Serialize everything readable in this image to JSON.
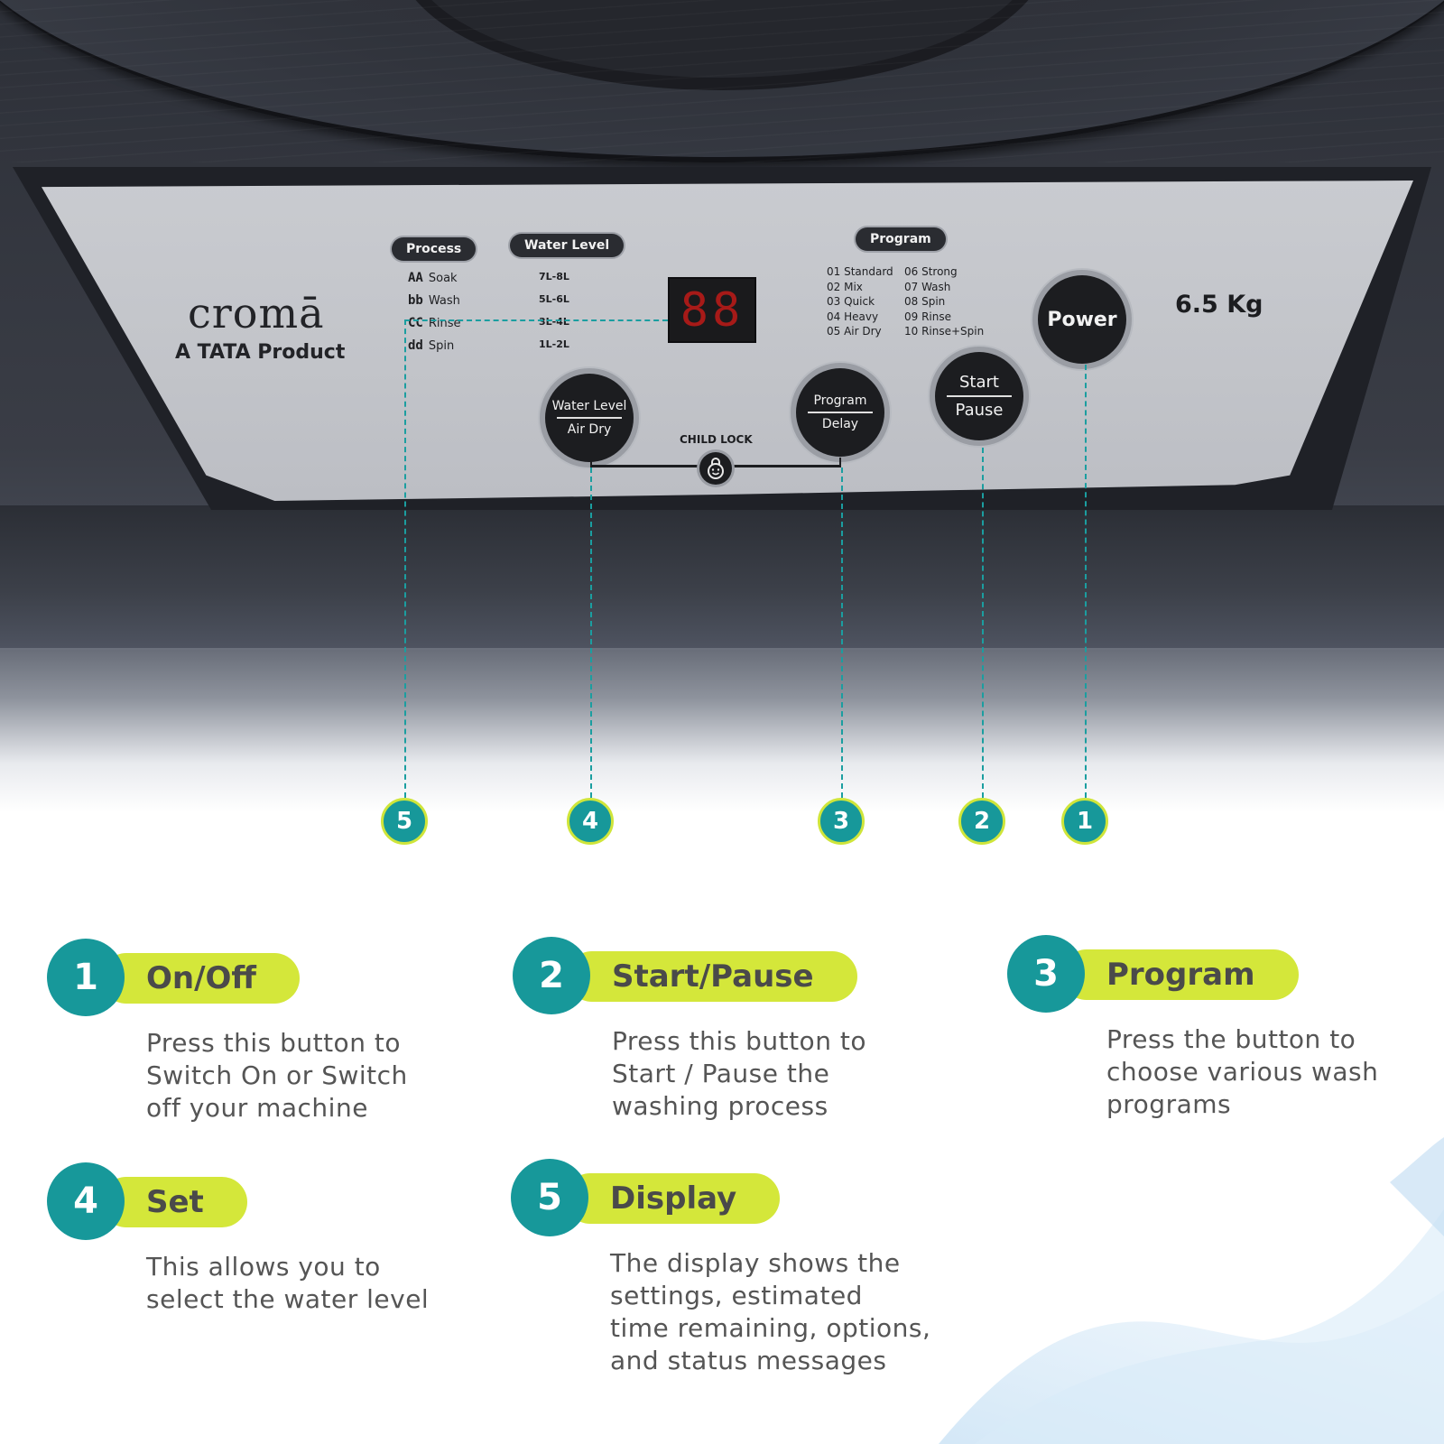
{
  "machine": {
    "brand": {
      "name": "cromā",
      "tagline": "A TATA Product"
    },
    "capacity": "6.5 Kg",
    "panel": {
      "process": {
        "label": "Process",
        "items": [
          {
            "code": "AA",
            "label": "Soak"
          },
          {
            "code": "bb",
            "label": "Wash"
          },
          {
            "code": "CC",
            "label": "Rinse"
          },
          {
            "code": "dd",
            "label": "Spin"
          }
        ]
      },
      "water_level": {
        "label": "Water Level",
        "items": [
          "7L-8L",
          "5L-6L",
          "3L-4L",
          "1L-2L"
        ]
      },
      "display": {
        "value": "88",
        "color": "#c01a18"
      },
      "program": {
        "label": "Program",
        "col1": [
          "01 Standard",
          "02 Mix",
          "03 Quick",
          "04 Heavy",
          "05 Air Dry"
        ],
        "col2": [
          "06 Strong",
          "07 Wash",
          "08 Spin",
          "09 Rinse",
          "10 Rinse+Spin"
        ]
      },
      "buttons": {
        "water_level": {
          "top": "Water Level",
          "bottom": "Air Dry"
        },
        "program": {
          "top": "Program",
          "bottom": "Delay"
        },
        "start_pause": {
          "top": "Start",
          "bottom": "Pause"
        },
        "power": {
          "label": "Power"
        }
      },
      "child_lock": {
        "label": "CHILD LOCK"
      }
    }
  },
  "callouts": {
    "markers": [
      "5",
      "4",
      "3",
      "2",
      "1"
    ],
    "accent_teal": "#17989a",
    "accent_lime": "#d4e73a"
  },
  "legend": {
    "items": [
      {
        "num": "1",
        "title": "On/Off",
        "desc": "Press this button to\nSwitch On or Switch\noff your machine"
      },
      {
        "num": "2",
        "title": "Start/Pause",
        "desc": "Press this button to\nStart / Pause the\nwashing process"
      },
      {
        "num": "3",
        "title": "Program",
        "desc": "Press the button to\nchoose various wash\nprograms"
      },
      {
        "num": "4",
        "title": "Set",
        "desc": "This allows you to\nselect the water level"
      },
      {
        "num": "5",
        "title": "Display",
        "desc": "The display shows the\nsettings, estimated\ntime remaining, options,\nand status messages"
      }
    ]
  }
}
